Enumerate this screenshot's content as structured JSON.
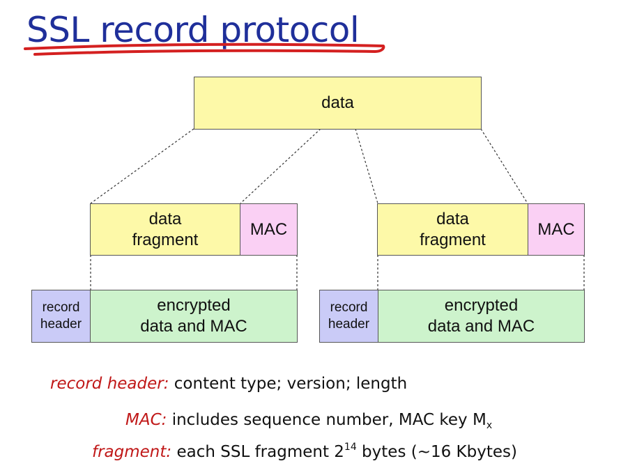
{
  "title": "SSL record protocol",
  "colors": {
    "title": "#1f2f9a",
    "underline": "#d42020",
    "data_box": "#fdf9a8",
    "mac_box": "#fad0f4",
    "encrypted_box": "#cdf3cc",
    "header_box": "#cacbf7",
    "legend_key": "#c01818"
  },
  "diagram": {
    "top_box": "data",
    "fragments": [
      {
        "data_line1": "data",
        "data_line2": "fragment",
        "mac": "MAC",
        "header_line1": "record",
        "header_line2": "header",
        "encrypted_line1": "encrypted",
        "encrypted_line2": "data and MAC"
      },
      {
        "data_line1": "data",
        "data_line2": "fragment",
        "mac": "MAC",
        "header_line1": "record",
        "header_line2": "header",
        "encrypted_line1": "encrypted",
        "encrypted_line2": "data and MAC"
      }
    ]
  },
  "legend": {
    "record_header": {
      "key": "record header:",
      "text": "content type; version; length"
    },
    "mac": {
      "key": "MAC:",
      "text": "includes sequence number, MAC key M",
      "subscript": "x"
    },
    "fragment": {
      "key": "fragment:",
      "text_before": "each SSL fragment 2",
      "superscript": "14",
      "text_after": " bytes (~16 Kbytes)"
    }
  }
}
